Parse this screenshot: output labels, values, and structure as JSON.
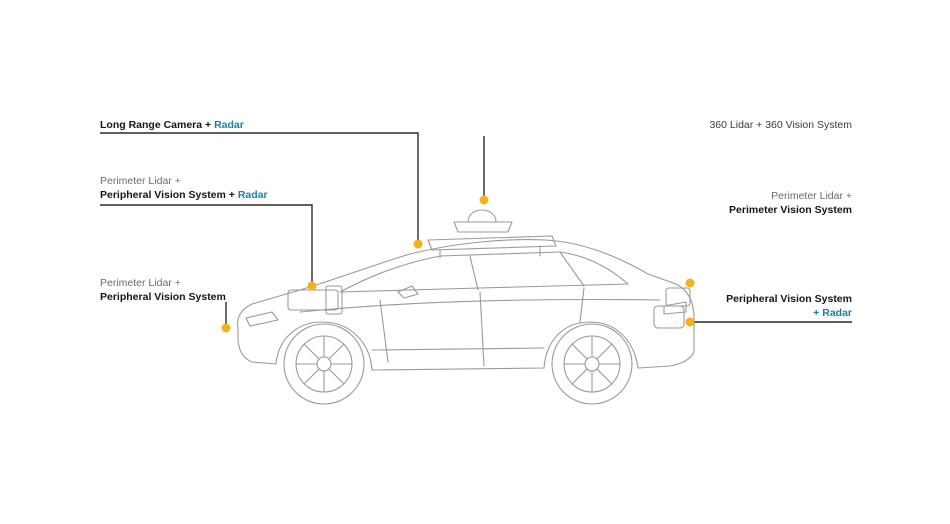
{
  "colors": {
    "accent": "#1a7fa8",
    "marker": "#f2b21c",
    "line": "#2a2a2a",
    "outline": "#9a9a9a"
  },
  "labels": {
    "long_range": {
      "text": "Long Range Camera +",
      "accent": "Radar"
    },
    "front_upper": {
      "line1": "Perimeter Lidar +",
      "line2": "Peripheral Vision System +",
      "accent": "Radar"
    },
    "front_lower": {
      "line1": "Perimeter Lidar +",
      "line2": "Peripheral Vision System"
    },
    "roof": {
      "text": "360 Lidar + 360 Vision System"
    },
    "rear_upper": {
      "line1": "Perimeter Lidar +",
      "line2": "Perimeter Vision System"
    },
    "rear_lower": {
      "line1": "Peripheral Vision System",
      "accent_prefix": "+",
      "accent": "Radar"
    }
  }
}
